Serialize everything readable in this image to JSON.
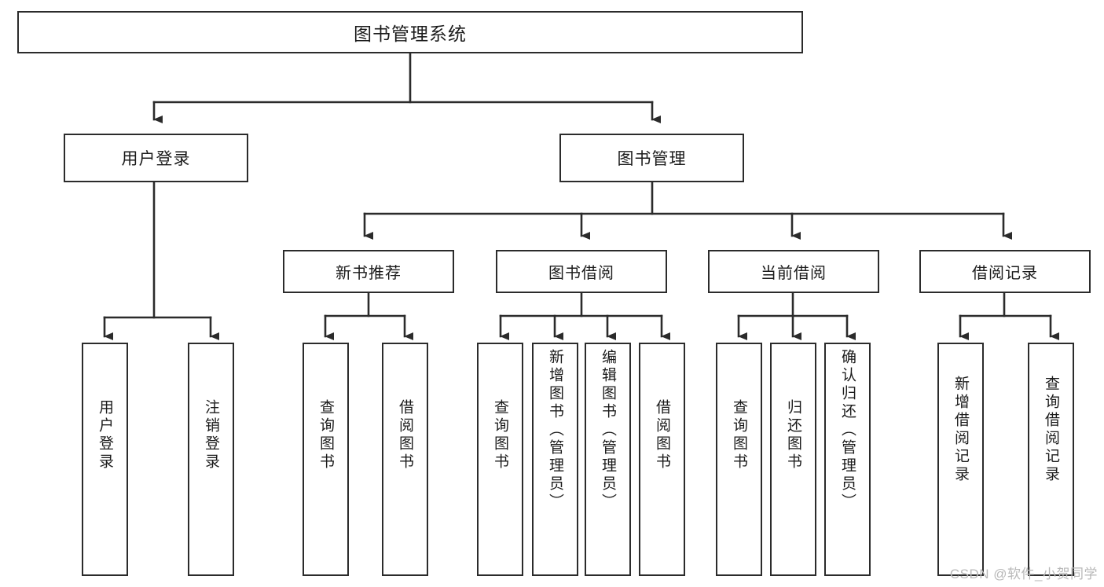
{
  "diagram": {
    "title": "图书管理系统",
    "type": "tree-hierarchy",
    "watermark": "CSDN @软件_小贺同学",
    "colors": {
      "stroke": "#2b2b2b",
      "fill": "#ffffff",
      "text": "#1b1b1b",
      "watermark": "#b8b8b8"
    },
    "root": {
      "id": "root",
      "label": "图书管理系统"
    },
    "level2": [
      {
        "id": "login",
        "label": "用户登录"
      },
      {
        "id": "bookmgmt",
        "label": "图书管理"
      }
    ],
    "level3": [
      {
        "id": "newbook",
        "label": "新书推荐"
      },
      {
        "id": "borrow",
        "label": "图书借阅"
      },
      {
        "id": "current",
        "label": "当前借阅"
      },
      {
        "id": "records",
        "label": "借阅记录"
      }
    ],
    "leaves": {
      "login": [
        {
          "id": "user-login",
          "label": "用户登录"
        },
        {
          "id": "user-logout",
          "label": "注销登录"
        }
      ],
      "newbook": [
        {
          "id": "newbook-query",
          "label": "查询图书"
        },
        {
          "id": "newbook-borrow",
          "label": "借阅图书"
        }
      ],
      "borrow": [
        {
          "id": "borrow-query",
          "label": "查询图书"
        },
        {
          "id": "borrow-add",
          "label": "新增图书（管理员）"
        },
        {
          "id": "borrow-edit",
          "label": "编辑图书（管理员）"
        },
        {
          "id": "borrow-take",
          "label": "借阅图书"
        }
      ],
      "current": [
        {
          "id": "current-query",
          "label": "查询图书"
        },
        {
          "id": "current-return",
          "label": "归还图书"
        },
        {
          "id": "current-confirm",
          "label": "确认归还（管理员）"
        }
      ],
      "records": [
        {
          "id": "records-add",
          "label": "新增借阅记录"
        },
        {
          "id": "records-query",
          "label": "查询借阅记录"
        }
      ]
    }
  }
}
